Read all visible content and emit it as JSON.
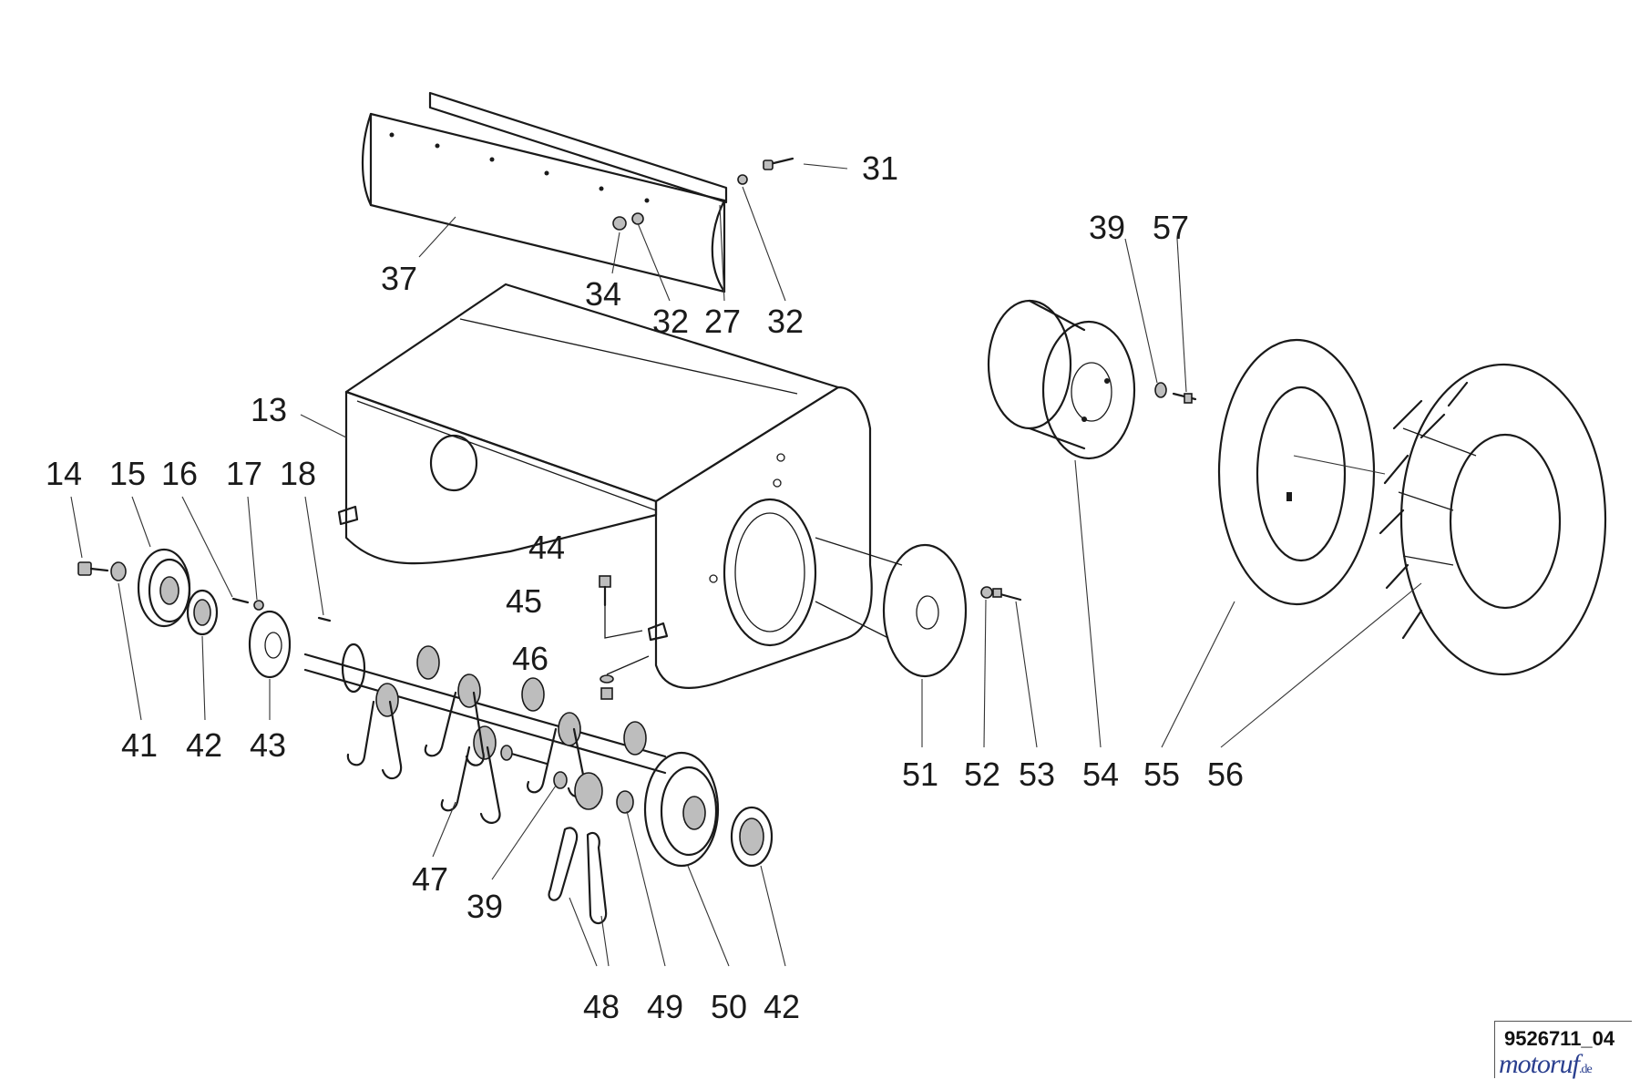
{
  "diagram": {
    "part_labels": {
      "p13": "13",
      "p14": "14",
      "p15": "15",
      "p16": "16",
      "p17": "17",
      "p18": "18",
      "p31": "31",
      "p37": "37",
      "p34": "34",
      "p32a": "32",
      "p27": "27",
      "p32b": "32",
      "p39a": "39",
      "p57": "57",
      "p44": "44",
      "p45": "45",
      "p46": "46",
      "p41": "41",
      "p42a": "42",
      "p43": "43",
      "p47": "47",
      "p39b": "39",
      "p48": "48",
      "p49": "49",
      "p50": "50",
      "p42b": "42",
      "p51": "51",
      "p52": "52",
      "p53": "53",
      "p54": "54",
      "p55": "55",
      "p56": "56"
    }
  },
  "footer": {
    "drawing_code": "9526711_04",
    "watermark": "motoruf",
    "watermark_tld": ".de"
  }
}
